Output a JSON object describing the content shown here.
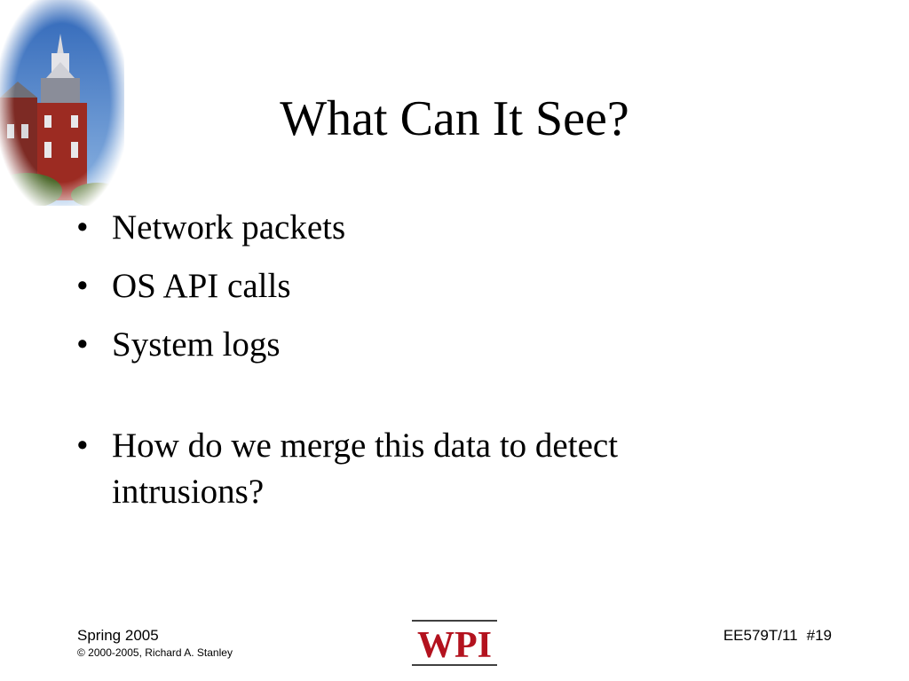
{
  "slide": {
    "title": "What Can It See?",
    "bullets": [
      {
        "bullet": "•",
        "text": "Network packets"
      },
      {
        "bullet": "•",
        "text": "OS API calls"
      },
      {
        "bullet": "•",
        "text": "System logs"
      },
      {
        "bullet": "•",
        "text": "How do we merge this data to detect intrusions?"
      }
    ]
  },
  "footer": {
    "term": "Spring 2005",
    "copyright": "© 2000-2005, Richard A. Stanley",
    "course": "EE579T/11",
    "slide_number": "#19"
  },
  "logo": {
    "text": "WPI",
    "color": "#b3121e"
  },
  "colors": {
    "sky": "#3a78c4",
    "brick": "#9c2b22",
    "roof": "#6f6f78"
  }
}
